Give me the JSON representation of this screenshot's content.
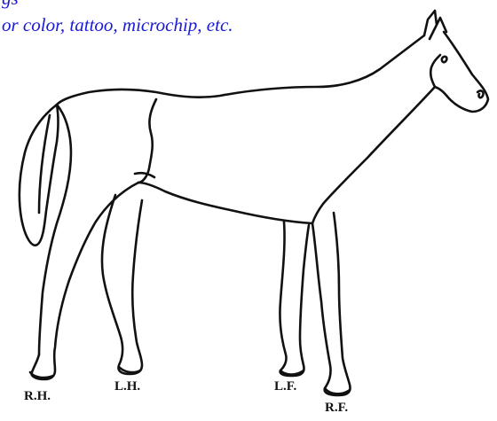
{
  "header": {
    "line1": "gs",
    "line2": "or color, tattoo, microchip, etc."
  },
  "colors": {
    "header_text": "#1a1ad6",
    "outline": "#111111",
    "background": "#ffffff"
  },
  "legs": {
    "right_hind": "R.H.",
    "left_hind": "L.H.",
    "left_fore": "L.F.",
    "right_fore": "R.F."
  }
}
